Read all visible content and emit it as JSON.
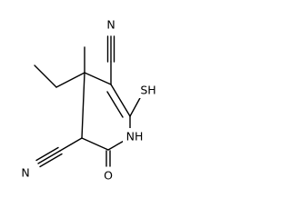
{
  "molecule": {
    "atoms": {
      "n_top": "N",
      "sh": "SH",
      "nh": "NH",
      "n_bottom": "N",
      "o": "O"
    }
  },
  "colors": {
    "bond": "#000000",
    "text": "#000000",
    "background": "#ffffff"
  }
}
